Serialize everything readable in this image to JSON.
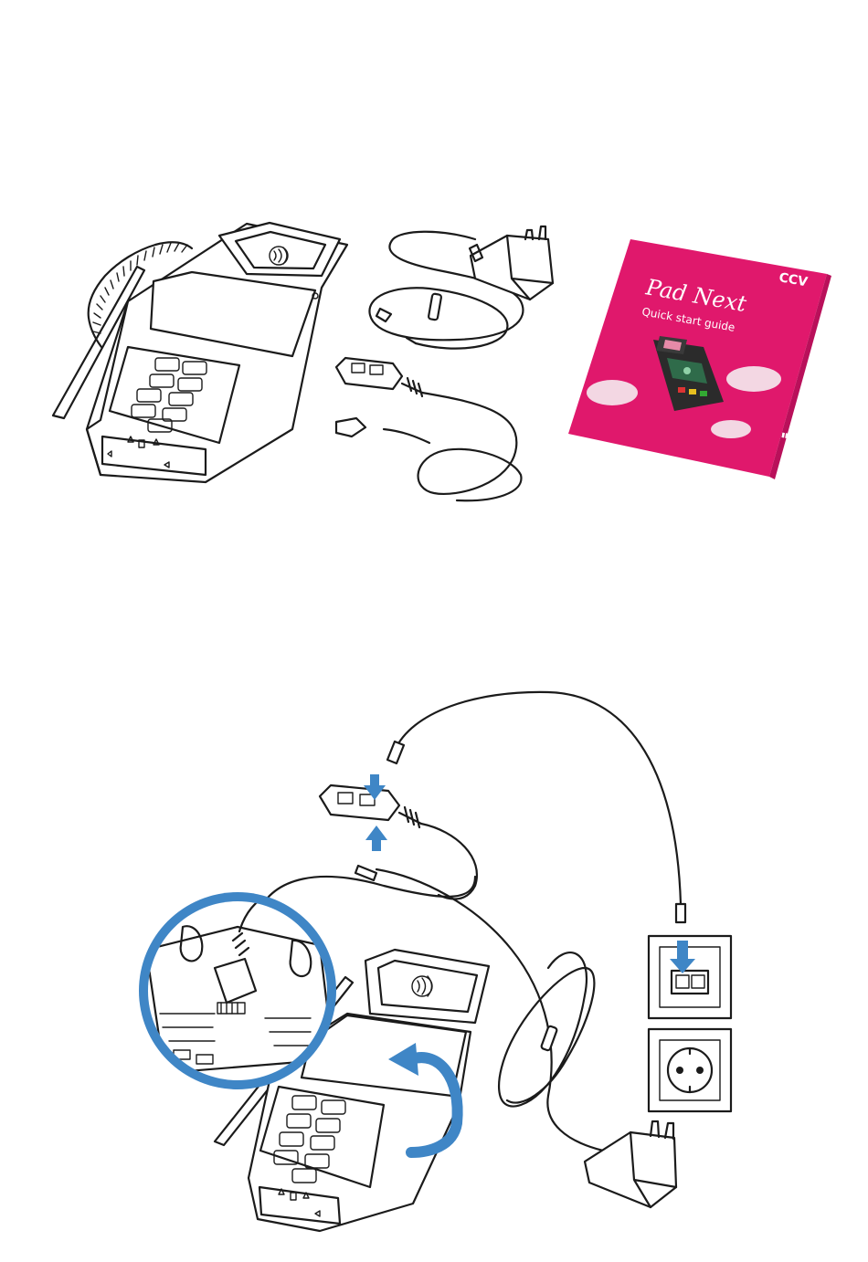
{
  "booklet": {
    "brand": "CCV",
    "title": "Pad Next",
    "subtitle": "Quick start guide",
    "accent_color": "#e0186c"
  },
  "colors": {
    "arrow_blue": "#3f86c6",
    "zoom_blue": "#3f86c6",
    "line": "#1b1b1b"
  },
  "icons": {
    "contactless": "contactless-icon",
    "power_plug": "power-plug-icon",
    "network_socket": "network-socket-icon",
    "power_socket": "power-socket-icon"
  }
}
